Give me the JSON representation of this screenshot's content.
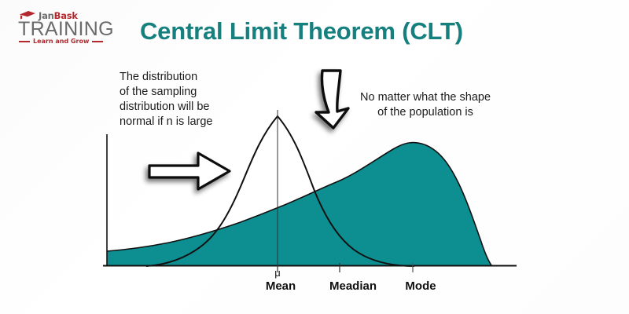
{
  "brand": {
    "icon": "graduation-cap-icon",
    "name_part1": "Jan",
    "name_part2": "Bask",
    "name_main": "TRAINING",
    "tagline": "Learn and Grow"
  },
  "header": {
    "title": "Central Limit Theorem (CLT)",
    "title_color": "#16807f"
  },
  "annotations": {
    "left": "The distribution\nof the sampling\ndistribution will be\nnormal if n is large",
    "right": "No matter what the shape\nof the population is",
    "left_arrow": "arrow-right-icon",
    "down_arrow": "arrow-down-icon"
  },
  "chart_data": {
    "type": "area",
    "title": "Central Limit Theorem (CLT)",
    "xlabel": "",
    "ylabel": "",
    "grid": false,
    "legend": "none",
    "axis_color": "#111111",
    "tick_labels": [
      "Mean",
      "Meadian",
      "Mode"
    ],
    "mu_symbol": "μ",
    "tick_x": [
      353,
      432,
      525
    ],
    "xlim": [
      136,
      655
    ],
    "ylim": [
      338,
      140
    ],
    "series": [
      {
        "name": "population distribution",
        "type": "area",
        "fill_color": "#0d8e91",
        "line_color": "#111111",
        "description": "right-skewed population distribution, peak near Mode",
        "x": [
          136,
          170,
          210,
          250,
          290,
          330,
          353,
          390,
          432,
          470,
          500,
          525,
          555,
          580,
          600,
          615,
          625
        ],
        "y": [
          320,
          317,
          312,
          305,
          296,
          285,
          278,
          258,
          231,
          204,
          189,
          182,
          186,
          204,
          238,
          290,
          338
        ]
      },
      {
        "name": "sampling distribution (normal)",
        "type": "line",
        "line_color": "#111111",
        "description": "normal bell curve centred on mu / Mean",
        "mean_x": 353,
        "peak_y": 148,
        "x": [
          188,
          215,
          240,
          262,
          282,
          300,
          318,
          335,
          353,
          372,
          390,
          408,
          428,
          450,
          472,
          495,
          525
        ],
        "y": [
          338,
          335,
          327,
          314,
          292,
          262,
          225,
          185,
          148,
          160,
          190,
          227,
          262,
          290,
          313,
          328,
          338
        ]
      }
    ]
  }
}
